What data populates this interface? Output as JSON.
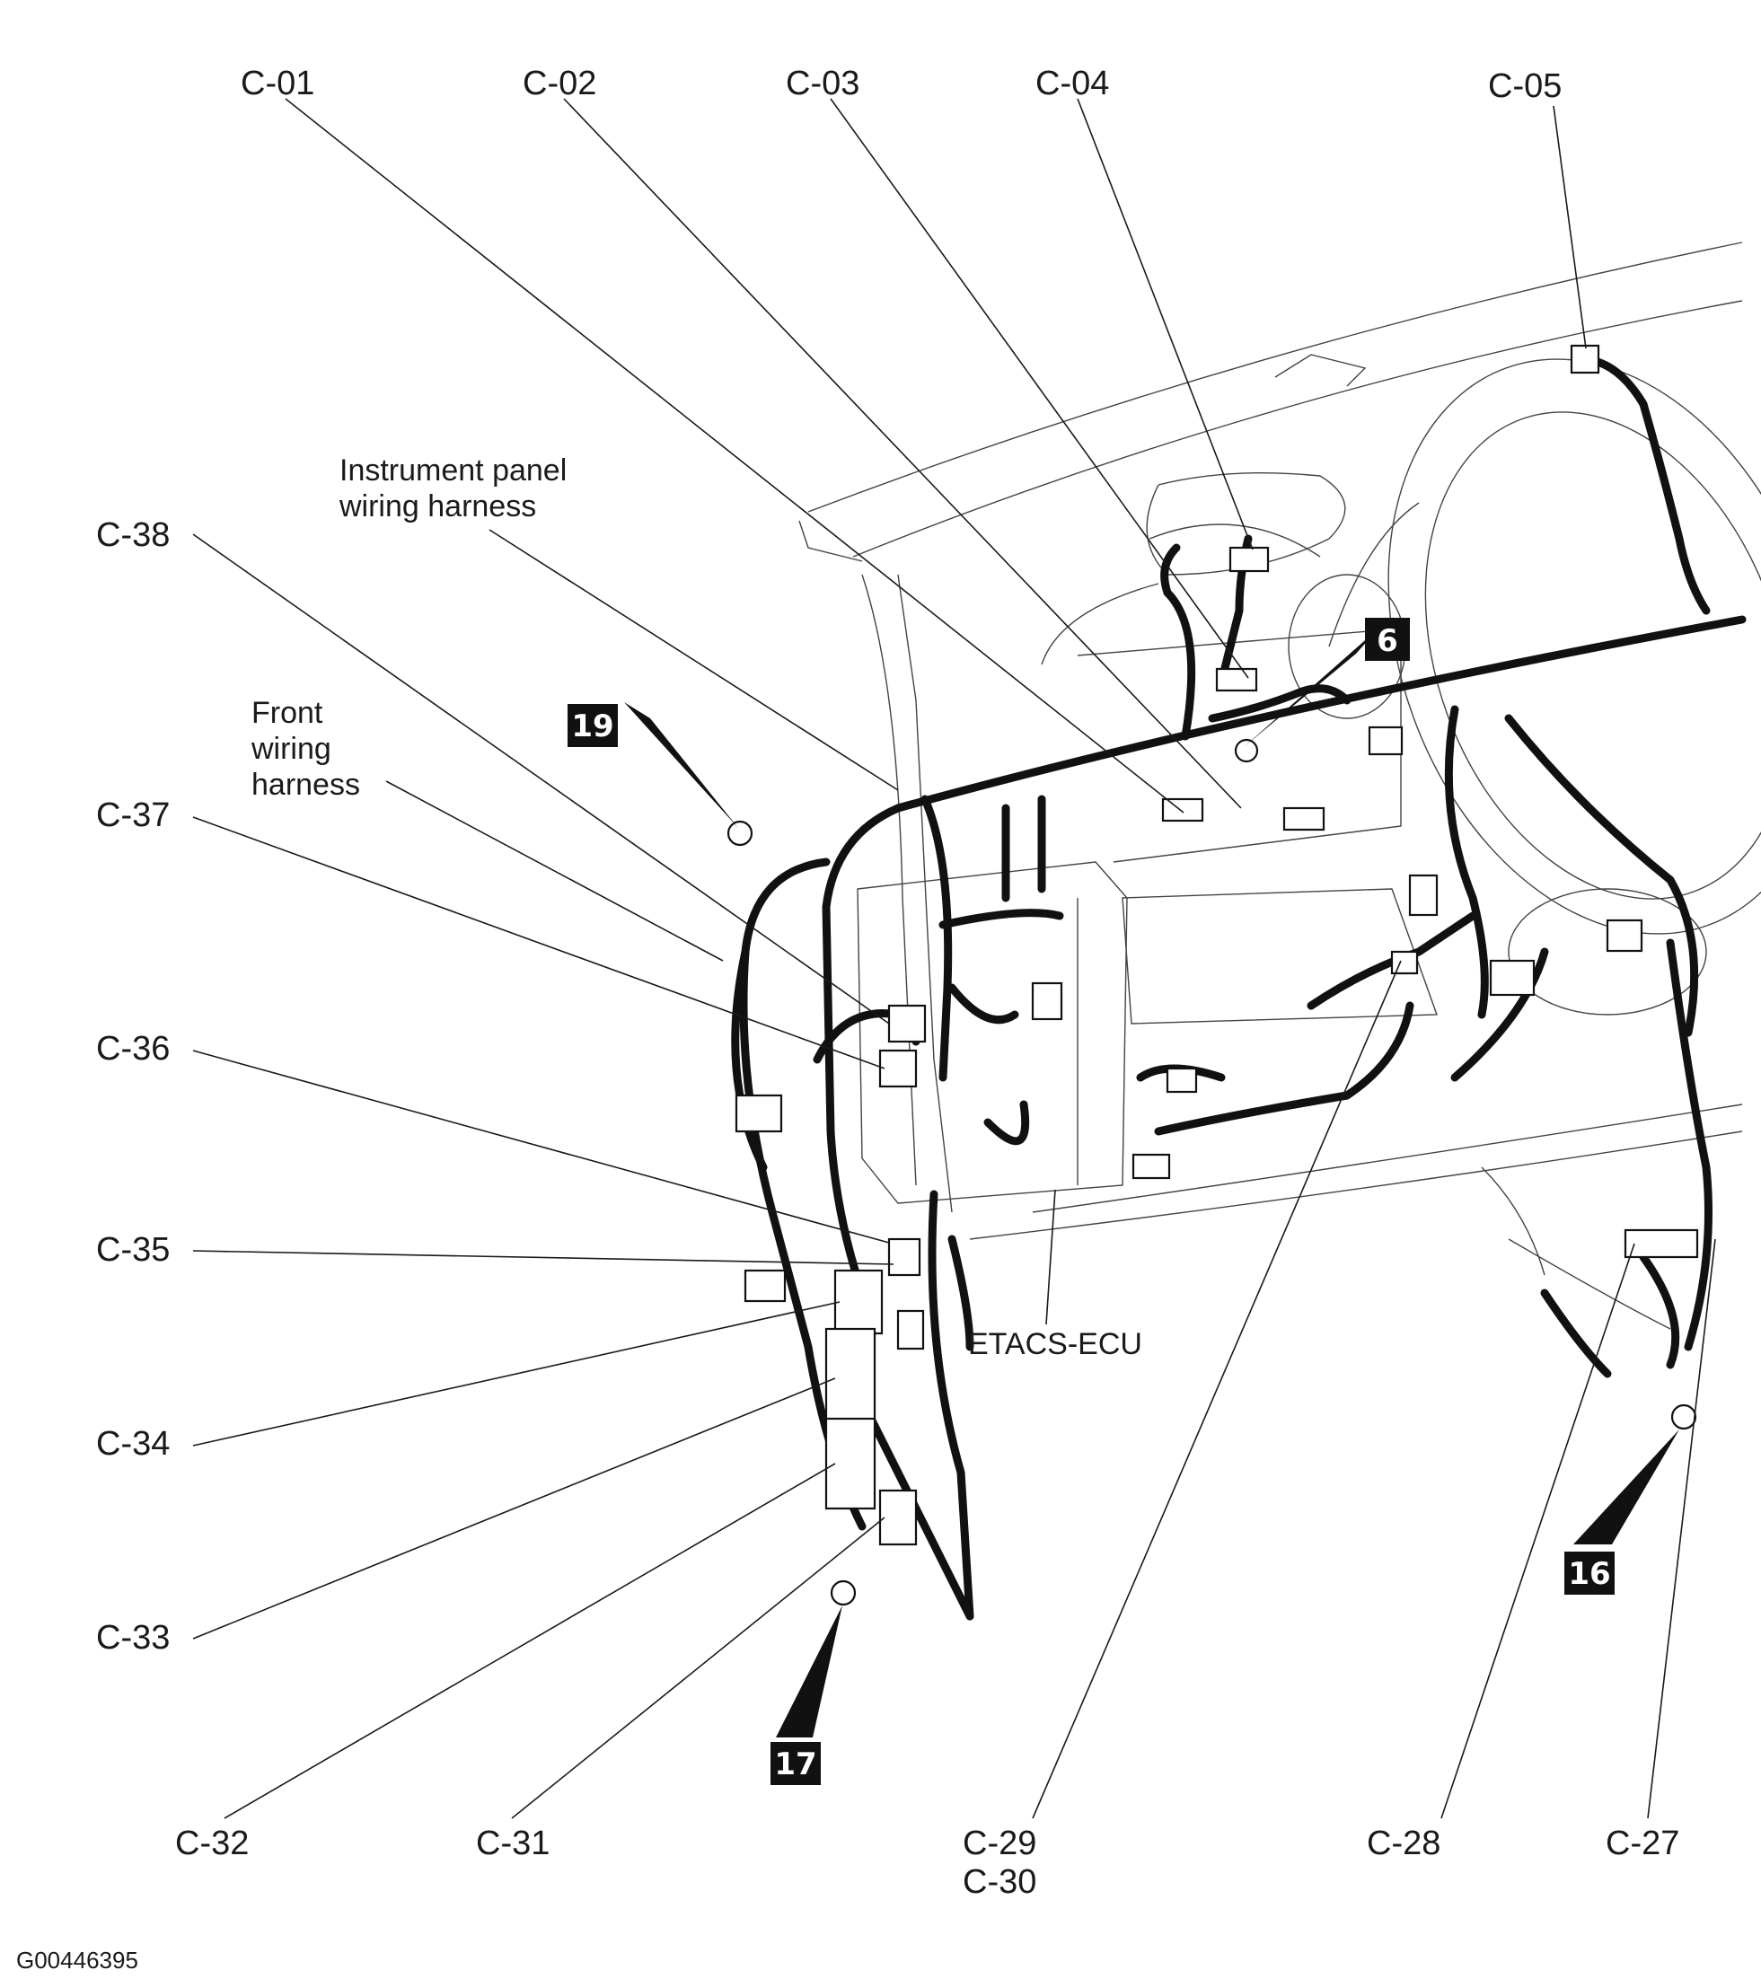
{
  "connectors_top": [
    "C-01",
    "C-02",
    "C-03",
    "C-04",
    "C-05"
  ],
  "connectors_left": [
    "C-38",
    "C-37",
    "C-36",
    "C-35",
    "C-34",
    "C-33"
  ],
  "connectors_bottom": [
    "C-32",
    "C-31",
    "C-29",
    "C-30",
    "C-28",
    "C-27"
  ],
  "harness_labels": {
    "instrument_panel_line1": "Instrument panel",
    "instrument_panel_line2": "wiring harness",
    "front_line1": "Front",
    "front_line2": "wiring",
    "front_line3": "harness",
    "etacs": "ETACS-ECU"
  },
  "ground_badges": [
    "19",
    "6",
    "17",
    "16"
  ],
  "figure_code": "G00446395"
}
